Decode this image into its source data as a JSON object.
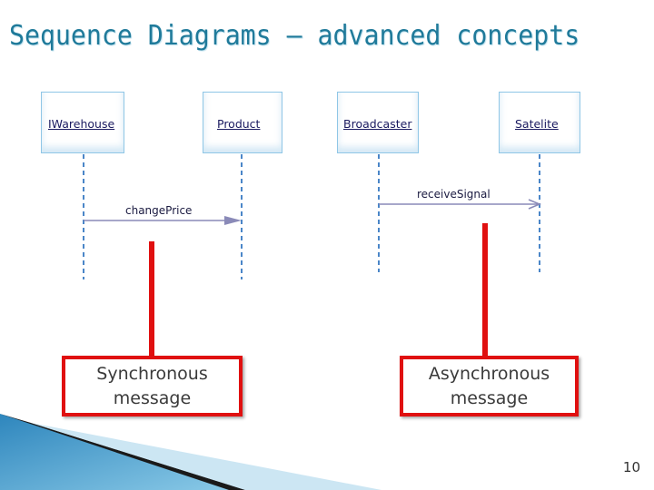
{
  "slide": {
    "title": "Sequence Diagrams – advanced concepts",
    "page_number": "10"
  },
  "diagram": {
    "lifelines": [
      {
        "name": "IWarehouse"
      },
      {
        "name": "Product"
      },
      {
        "name": "Broadcaster"
      },
      {
        "name": "Satelite"
      }
    ],
    "messages": [
      {
        "label": "changePrice",
        "kind": "synchronous"
      },
      {
        "label": "receiveSignal",
        "kind": "asynchronous"
      }
    ]
  },
  "callouts": {
    "synchronous": {
      "line1": "Synchronous",
      "line2": "message"
    },
    "asynchronous": {
      "line1": "Asynchronous",
      "line2": "message"
    }
  },
  "colors": {
    "title": "#1f7a9a",
    "lifeline_border": "#8fc6e6",
    "lifeline_dash": "#4a86c8",
    "message_line": "#8a8ab8",
    "callout_red": "#e01010",
    "corner_blue": "#3b93c4"
  }
}
